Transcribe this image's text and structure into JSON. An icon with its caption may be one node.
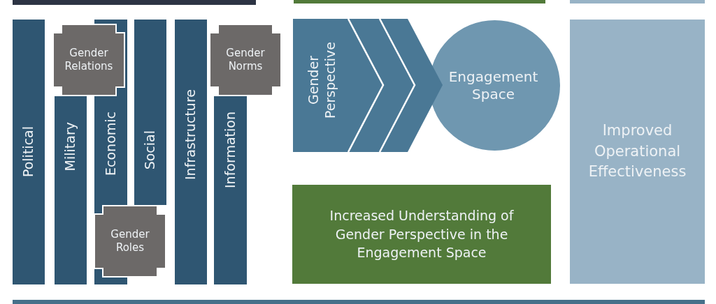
{
  "diagram": {
    "nodes": [
      {
        "text": [
          "Political"
        ]
      },
      {
        "text": [
          "Military"
        ]
      },
      {
        "text": [
          "Economic"
        ]
      },
      {
        "text": [
          "Social"
        ]
      },
      {
        "text": [
          "Infrastructure"
        ]
      },
      {
        "text": [
          "Information"
        ]
      },
      {
        "text": [
          "Gender Relations"
        ]
      },
      {
        "text": [
          "Gender Norms"
        ]
      },
      {
        "text": [
          "Gender Roles"
        ]
      },
      {
        "text": [
          "Gender Perspective"
        ]
      },
      {
        "text": [
          "Engagement Space"
        ]
      },
      {
        "text": [
          "Increased Understanding of Gender Perspective in the Engagement Space"
        ]
      },
      {
        "text": [
          "Improved Operational Effectiveness"
        ]
      }
    ]
  }
}
